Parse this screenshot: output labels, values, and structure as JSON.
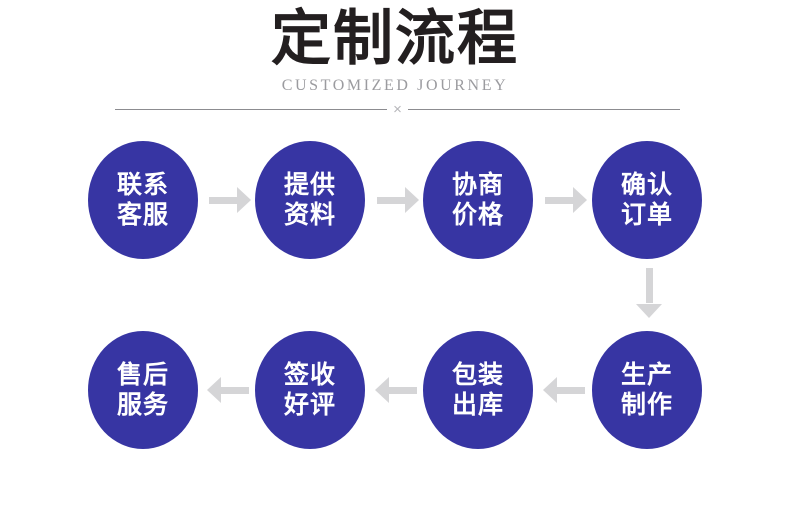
{
  "header": {
    "title": "定制流程",
    "subtitle": "CUSTOMIZED JOURNEY",
    "divider_mark": "×"
  },
  "theme": {
    "node_fill": "#3735a3",
    "node_text": "#ffffff",
    "title_color": "#231f20",
    "subtitle_color": "#9b9b9f",
    "arrow_color": "#d5d5d7",
    "divider_color": "#8c8c90",
    "background": "#ffffff"
  },
  "flow": {
    "rows": [
      {
        "direction": "right",
        "nodes": [
          {
            "step": 1,
            "line1": "联系",
            "line2": "客服"
          },
          {
            "step": 2,
            "line1": "提供",
            "line2": "资料"
          },
          {
            "step": 3,
            "line1": "协商",
            "line2": "价格"
          },
          {
            "step": 4,
            "line1": "确认",
            "line2": "订单"
          }
        ]
      },
      {
        "direction": "left",
        "nodes": [
          {
            "step": 8,
            "line1": "售后",
            "line2": "服务"
          },
          {
            "step": 7,
            "line1": "签收",
            "line2": "好评"
          },
          {
            "step": 6,
            "line1": "包装",
            "line2": "出库"
          },
          {
            "step": 5,
            "line1": "生产",
            "line2": "制作"
          }
        ]
      }
    ]
  }
}
